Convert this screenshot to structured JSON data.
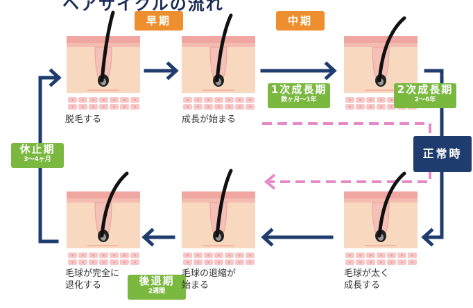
{
  "title_fragment": "ヘアサイクルの流れ",
  "phase_labels": {
    "early": "早期",
    "mid": "中期"
  },
  "normal_label": "正常時",
  "stages": [
    {
      "id": "s1",
      "caption": "脱毛する"
    },
    {
      "id": "s2",
      "caption": "成長が始まる"
    },
    {
      "id": "s3",
      "caption": ""
    },
    {
      "id": "s4",
      "caption": "毛球が太く\n成長する"
    },
    {
      "id": "s5",
      "caption": "毛球の退縮が\n始まる"
    },
    {
      "id": "s6",
      "caption": "毛球が完全に\n退化する"
    }
  ],
  "periods": {
    "growth1": {
      "name": "1次成長期",
      "duration": "数ヶ月〜1年"
    },
    "growth2": {
      "name": "2次成長期",
      "duration": "2〜6年"
    },
    "rest": {
      "name": "休止期",
      "duration": "3〜4ヶ月"
    },
    "regress": {
      "name": "後退期",
      "duration": "2週間"
    }
  },
  "colors": {
    "navy": "#1f3c6e",
    "orange": "#ee8f2f",
    "green": "#7ab840",
    "pink_dash": "#e58ac6",
    "skin_top": "#f1a7a1",
    "skin_body": "#f8d9c0",
    "cells": "#f7c7c7"
  }
}
